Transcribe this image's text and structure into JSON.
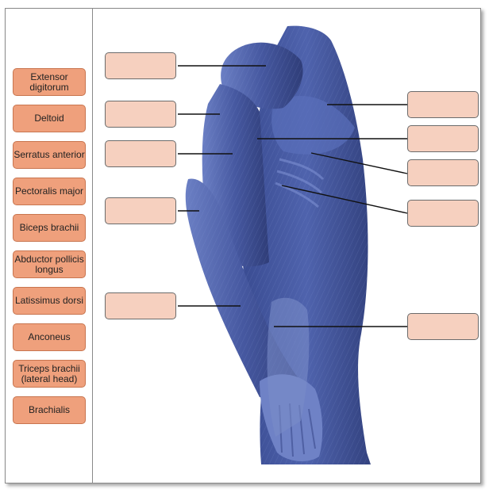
{
  "label_bank": {
    "items": [
      "Extensor digitorum",
      "Deltoid",
      "Serratus anterior",
      "Pectoralis major",
      "Biceps brachii",
      "Abductor pollicis longus",
      "Latissimus dorsi",
      "Anconeus",
      "Triceps brachii (lateral head)",
      "Brachialis"
    ]
  },
  "colors": {
    "chip_fill": "#efa07c",
    "drop_fill": "#f6d0bf",
    "specimen_blue": "#4a5fa8"
  }
}
